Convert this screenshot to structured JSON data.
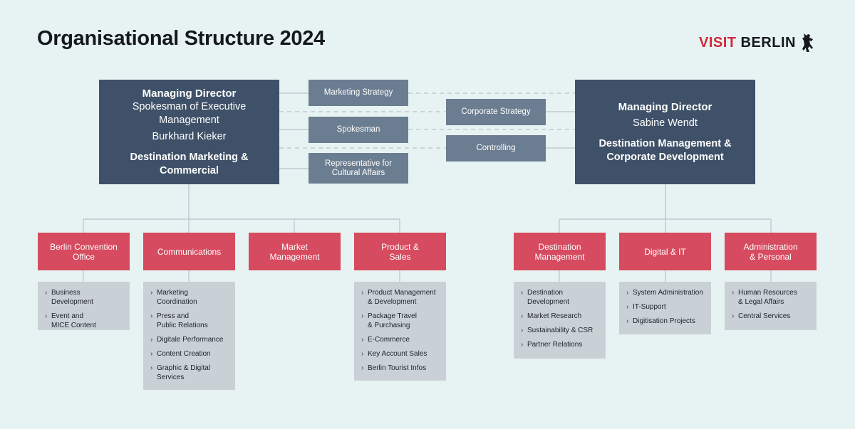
{
  "title": "Organisational Structure 2024",
  "logo": {
    "word1": "VISIT",
    "word2": "BERLIN",
    "icon": "berlin-bear-icon"
  },
  "colors": {
    "background": "#e7f3f2",
    "director": "#3f5168",
    "staff": "#6b7d90",
    "department": "#d64b5f",
    "list": "#c9d1d6",
    "logo_red": "#d0283c"
  },
  "left_director": {
    "role": "Managing Director",
    "line1": "Spokesman of Executive",
    "line2": "Management",
    "name": "Burkhard Kieker",
    "dept1": "Destination Marketing &",
    "dept2": "Commercial"
  },
  "right_director": {
    "role": "Managing Director",
    "name": "Sabine Wendt",
    "dept1": "Destination Management &",
    "dept2": "Corporate Development"
  },
  "staff_left": [
    {
      "label": "Marketing Strategy"
    },
    {
      "label": "Spokesman"
    },
    {
      "label1": "Representative for",
      "label2": "Cultural Affairs"
    }
  ],
  "staff_right": [
    {
      "label": "Corporate Strategy"
    },
    {
      "label": "Controlling"
    }
  ],
  "departments": [
    {
      "label1": "Berlin Convention",
      "label2": "Office",
      "items": [
        [
          "Business Development"
        ],
        [
          "Event and",
          "MICE Content"
        ]
      ]
    },
    {
      "label1": "Communications",
      "label2": "",
      "items": [
        [
          "Marketing",
          "Coordination"
        ],
        [
          "Press and",
          "Public Relations"
        ],
        [
          "Digitale Performance"
        ],
        [
          "Content Creation"
        ],
        [
          "Graphic & Digital",
          "Services"
        ]
      ]
    },
    {
      "label1": "Market",
      "label2": "Management",
      "items": []
    },
    {
      "label1": "Product &",
      "label2": "Sales",
      "items": [
        [
          "Product Management",
          "& Development"
        ],
        [
          "Package Travel",
          "& Purchasing"
        ],
        [
          "E-Commerce"
        ],
        [
          "Key Account Sales"
        ],
        [
          "Berlin Tourist Infos"
        ]
      ]
    },
    {
      "label1": "Destination",
      "label2": "Management",
      "items": [
        [
          "Destination",
          "Development"
        ],
        [
          "Market Research"
        ],
        [
          "Sustainability & CSR"
        ],
        [
          "Partner Relations"
        ]
      ]
    },
    {
      "label1": "Digital & IT",
      "label2": "",
      "items": [
        [
          "System Administration"
        ],
        [
          "IT-Support"
        ],
        [
          "Digitisation Projects"
        ]
      ]
    },
    {
      "label1": "Administration",
      "label2": "& Personal",
      "items": [
        [
          "Human Resources",
          "& Legal Affairs"
        ],
        [
          "Central Services"
        ]
      ]
    }
  ]
}
